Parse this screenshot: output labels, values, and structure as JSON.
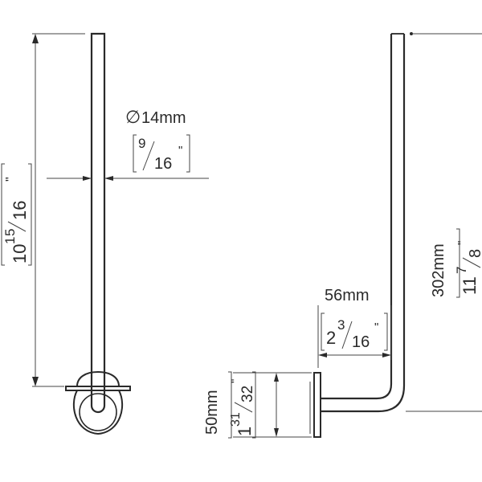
{
  "front_view": {
    "height_label": {
      "whole": "10",
      "numerator": "1",
      "slash": "5",
      "denominator": "16",
      "inch_mark": "\""
    },
    "diameter": {
      "symbol": "∅",
      "metric": "14mm",
      "numerator": "9",
      "denominator": "16",
      "inch_mark": "\""
    }
  },
  "side_view": {
    "offset": {
      "metric": "56mm",
      "whole": "2",
      "numerator": "3",
      "denominator": "16",
      "inch_mark": "\""
    },
    "height": {
      "metric": "302mm",
      "whole": "11",
      "numerator": "7",
      "denominator": "8",
      "inch_mark": "\""
    },
    "base": {
      "metric": "50mm",
      "whole": "1",
      "numerator": "31",
      "denominator": "32",
      "inch_mark": "\""
    }
  }
}
